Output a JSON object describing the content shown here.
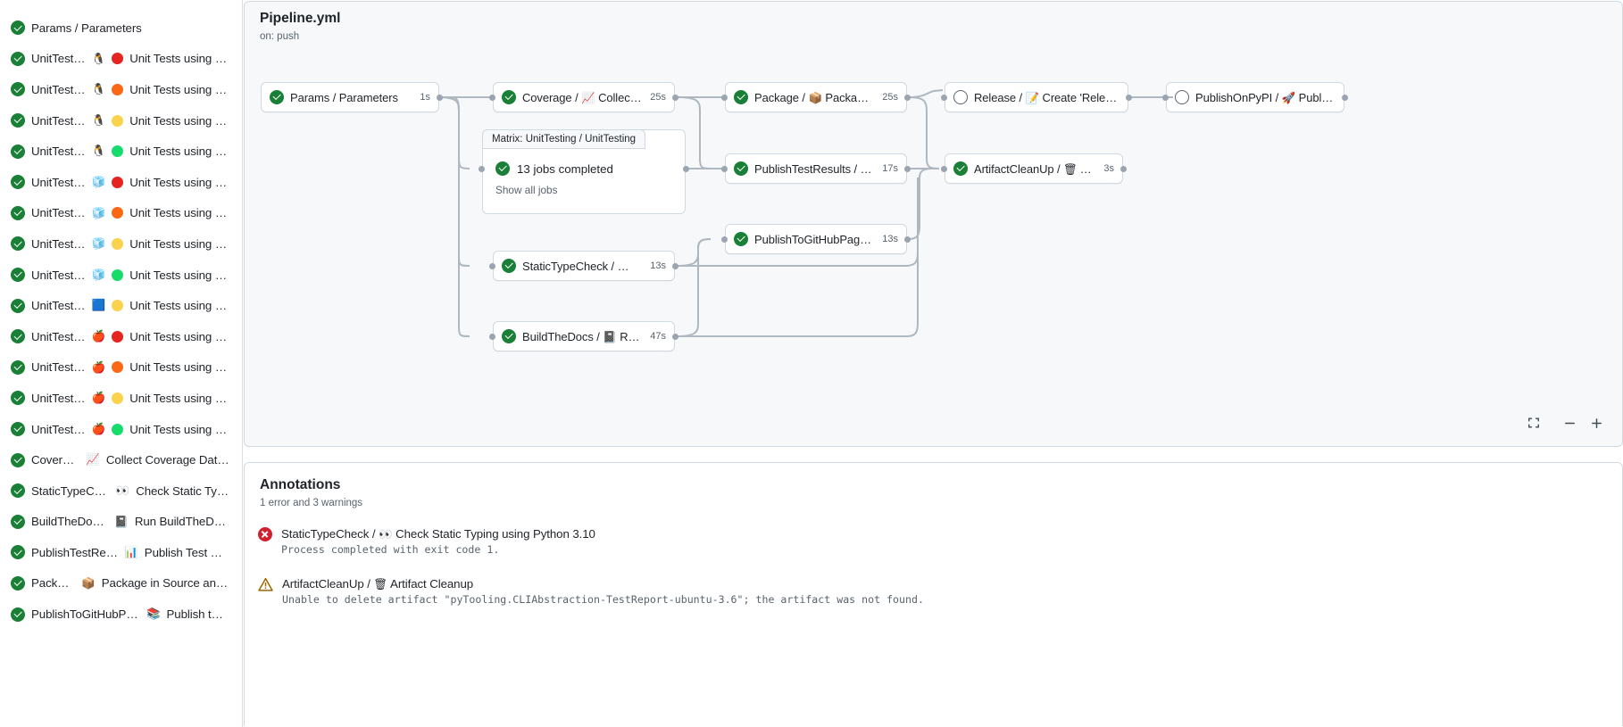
{
  "sidebar": {
    "jobs": [
      {
        "status": "success",
        "name": "Params / Parameters",
        "emoji": "",
        "dot": ""
      },
      {
        "status": "success",
        "name": "UnitTesting / ",
        "emoji": "🐧",
        "dot": "#e5231f",
        "suffix": "Unit Tests using Pyth..."
      },
      {
        "status": "success",
        "name": "UnitTesting / ",
        "emoji": "🐧",
        "dot": "#fa6816",
        "suffix": "Unit Tests using Pyth..."
      },
      {
        "status": "success",
        "name": "UnitTesting / ",
        "emoji": "🐧",
        "dot": "#fbd24e",
        "suffix": "Unit Tests using Pyth..."
      },
      {
        "status": "success",
        "name": "UnitTesting / ",
        "emoji": "🐧",
        "dot": "#17dc6c",
        "suffix": "Unit Tests using Pyth..."
      },
      {
        "status": "success",
        "name": "UnitTesting / ",
        "emoji": "🧊",
        "dot": "#e5231f",
        "suffix": "Unit Tests using Pyth..."
      },
      {
        "status": "success",
        "name": "UnitTesting / ",
        "emoji": "🧊",
        "dot": "#fa6816",
        "suffix": "Unit Tests using Pyth..."
      },
      {
        "status": "success",
        "name": "UnitTesting / ",
        "emoji": "🧊",
        "dot": "#fbd24e",
        "suffix": "Unit Tests using Pyth..."
      },
      {
        "status": "success",
        "name": "UnitTesting / ",
        "emoji": "🧊",
        "dot": "#17dc6c",
        "suffix": "Unit Tests using Pyth..."
      },
      {
        "status": "success",
        "name": "UnitTesting / ",
        "emoji": "🟦",
        "dot": "#fbd24e",
        "suffix": "Unit Tests using Pyth..."
      },
      {
        "status": "success",
        "name": "UnitTesting / ",
        "emoji": "🍎",
        "dot": "#e5231f",
        "suffix": "Unit Tests using Pyth..."
      },
      {
        "status": "success",
        "name": "UnitTesting / ",
        "emoji": "🍎",
        "dot": "#fa6816",
        "suffix": "Unit Tests using Pyth..."
      },
      {
        "status": "success",
        "name": "UnitTesting / ",
        "emoji": "🍎",
        "dot": "#fbd24e",
        "suffix": "Unit Tests using Pyth..."
      },
      {
        "status": "success",
        "name": "UnitTesting / ",
        "emoji": "🍎",
        "dot": "#17dc6c",
        "suffix": "Unit Tests using Pyth..."
      },
      {
        "status": "success",
        "name": "Coverage / ",
        "emoji": "📈",
        "dot": "",
        "suffix": "Collect Coverage Data usi..."
      },
      {
        "status": "success",
        "name": "StaticTypeCheck / ",
        "emoji": "👀",
        "dot": "",
        "suffix": "Check Static Typing..."
      },
      {
        "status": "success",
        "name": "BuildTheDocs / ",
        "emoji": "📓",
        "dot": "",
        "suffix": "Run BuildTheDocs"
      },
      {
        "status": "success",
        "name": "PublishTestResults / ",
        "emoji": "📊",
        "dot": "",
        "suffix": "Publish Test Resu..."
      },
      {
        "status": "success",
        "name": "Package / ",
        "emoji": "📦",
        "dot": "",
        "suffix": "Package in Source and Wh..."
      },
      {
        "status": "success",
        "name": "PublishToGitHubPages / ",
        "emoji": "📚",
        "dot": "",
        "suffix": "Publish to G..."
      }
    ]
  },
  "graph": {
    "title": "Pipeline.yml",
    "subtitle": "on: push",
    "matrix": {
      "tab_label": "Matrix: UnitTesting / UnitTesting",
      "status": "success",
      "summary": "13 jobs completed",
      "show_all_label": "Show all jobs"
    },
    "nodes": [
      {
        "id": "params",
        "status": "success",
        "label": "Params / Parameters",
        "emoji": "",
        "time": "1s"
      },
      {
        "id": "coverage",
        "status": "success",
        "label_pre": "Coverage / ",
        "emoji": "📈",
        "label_post": "Collect Cove...",
        "time": "25s"
      },
      {
        "id": "statictype",
        "status": "success",
        "label_pre": "StaticTypeCheck / ",
        "emoji": "👀",
        "label_post": "Chec...",
        "time": "13s"
      },
      {
        "id": "buildthedocs",
        "status": "success",
        "label_pre": "BuildTheDocs / ",
        "emoji": "📓",
        "label_post": "Run Buil...",
        "time": "47s"
      },
      {
        "id": "package",
        "status": "success",
        "label_pre": "Package / ",
        "emoji": "📦",
        "label_post": "Package in So...",
        "time": "25s"
      },
      {
        "id": "publishtest",
        "status": "success",
        "label_pre": "PublishTestResults / ",
        "emoji": "📊",
        "label_post": "Pu...",
        "time": "17s"
      },
      {
        "id": "publishpages",
        "status": "success",
        "label_pre": "PublishToGitHubPages / ",
        "emoji": "📚",
        "label_post": "...",
        "time": "13s"
      },
      {
        "id": "release",
        "status": "skipped",
        "label_pre": "Release / ",
        "emoji": "📝",
        "label_post": "Create 'Release P...",
        "time": ""
      },
      {
        "id": "artifact",
        "status": "success",
        "label_pre": "ArtifactCleanUp / ",
        "emoji": "🗑",
        "label_post": "Artifac...",
        "time": "3s"
      },
      {
        "id": "pypi",
        "status": "skipped",
        "label_pre": "PublishOnPyPI / ",
        "emoji": "🚀",
        "label_post": "Publish to ...",
        "time": ""
      }
    ],
    "zoom": {
      "fit_label": "fit-to-screen",
      "out_label": "−",
      "in_label": "+"
    }
  },
  "annotations": {
    "title": "Annotations",
    "summary": "1 error and 3 warnings",
    "items": [
      {
        "severity": "error",
        "job_pre": "StaticTypeCheck / ",
        "emoji": "👀",
        "job_post": "Check Static Typing using Python 3.10",
        "message": "Process completed with exit code 1."
      },
      {
        "severity": "warning",
        "job_pre": "ArtifactCleanUp / ",
        "emoji": "🗑",
        "job_post": "Artifact Cleanup",
        "message": "Unable to delete artifact \"pyTooling.CLIAbstraction-TestReport-ubuntu-3.6\"; the artifact was not found."
      }
    ]
  },
  "colors": {
    "success": "#1a7f37",
    "error": "#cf222e",
    "warning": "#9a6700",
    "skipped": "#59636e",
    "edge": "#afb8c1",
    "panel": "#f6f8fa",
    "border": "#d1d9e0"
  }
}
